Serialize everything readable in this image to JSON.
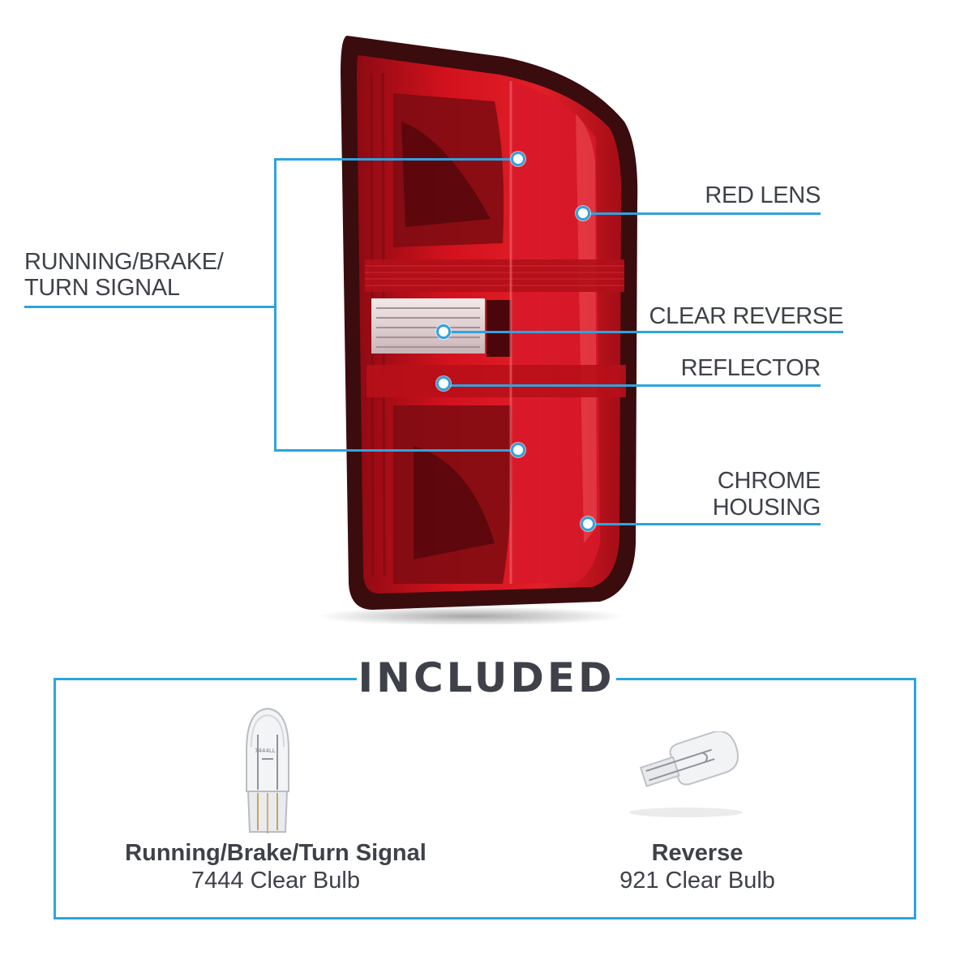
{
  "callouts": {
    "running_brake_turn": [
      "RUNNING/BRAKE/",
      "TURN SIGNAL"
    ],
    "red_lens": "RED LENS",
    "clear_reverse": "CLEAR REVERSE",
    "reflector": "REFLECTOR",
    "chrome_housing": [
      "CHROME",
      "HOUSING"
    ]
  },
  "included": {
    "title": "INCLUDED",
    "items": [
      {
        "name": "Running/Brake/Turn Signal",
        "bulb": "7444 Clear Bulb",
        "icon": "wedge-bulb-7444-icon"
      },
      {
        "name": "Reverse",
        "bulb": "921 Clear Bulb",
        "icon": "wedge-bulb-921-icon"
      }
    ]
  },
  "colors": {
    "accent": "#2ea3e0",
    "lens_red": "#c8101c",
    "text": "#3e4149"
  }
}
